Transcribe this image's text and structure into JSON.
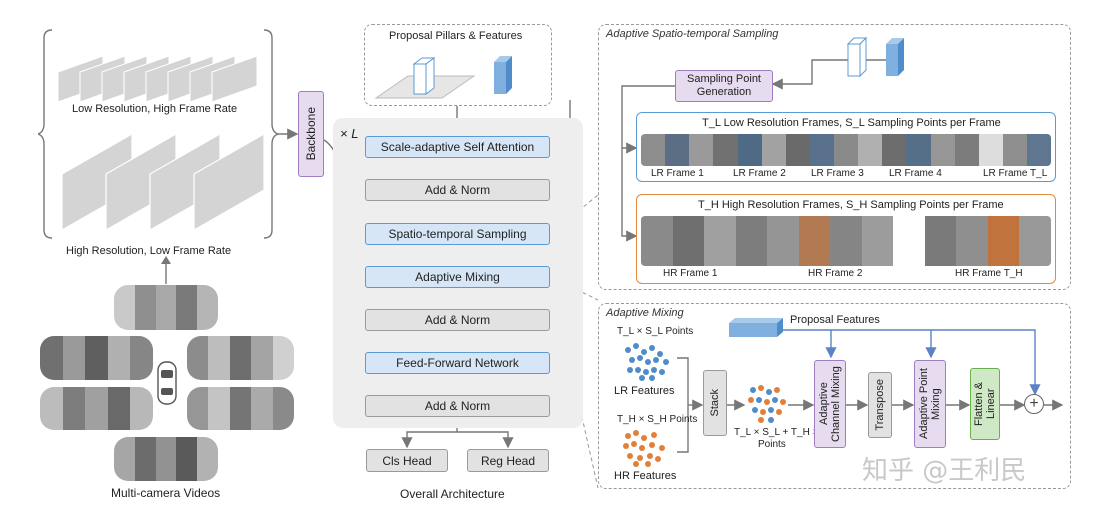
{
  "left": {
    "low_res_label": "Low Resolution, High Frame Rate",
    "high_res_label": "High Resolution, Low Frame Rate",
    "backbone": "Backbone",
    "multi_camera": "Multi-camera Videos"
  },
  "middle": {
    "proposal_title": "Proposal Pillars & Features",
    "times_l": "× L",
    "blocks": [
      "Scale-adaptive Self Attention",
      "Add & Norm",
      "Spatio-temporal Sampling",
      "Adaptive Mixing",
      "Add & Norm",
      "Feed-Forward Network",
      "Add & Norm"
    ],
    "cls_head": "Cls Head",
    "reg_head": "Reg Head",
    "caption": "Overall Architecture"
  },
  "sampling": {
    "title": "Adaptive Spatio-temporal Sampling",
    "gen_line1": "Sampling Point",
    "gen_line2": "Generation",
    "lr_title": "T_L Low Resolution Frames,  S_L Sampling Points per Frame",
    "lr_frames": [
      "LR Frame 1",
      "LR Frame 2",
      "LR Frame 3",
      "LR Frame 4",
      "LR Frame T_L"
    ],
    "hr_title": "T_H High Resolution Frames,  S_H Sampling Points per Frame",
    "hr_frames": [
      "HR Frame 1",
      "HR Frame 2",
      "HR Frame T_H"
    ]
  },
  "mixing": {
    "title": "Adaptive Mixing",
    "proposal_features": "Proposal Features",
    "lr_points": "T_L × S_L Points",
    "lr_features": "LR Features",
    "hr_points": "T_H × S_H Points",
    "hr_features": "HR Features",
    "stack": "Stack",
    "combined_line1": "T_L × S_L + T_H × S_H",
    "combined_line2": "Points",
    "channel_mixing": "Adaptive Channel Mixing",
    "transpose": "Transpose",
    "point_mixing": "Adaptive Point Mixing",
    "flatten": "Flatten & Linear",
    "plus": "+"
  },
  "watermark": "知乎 @王利民",
  "colors": {
    "blue_block": "#d6e6f6",
    "blue_border": "#5b9bd5",
    "gray_block": "#e2e2e2",
    "purple_block": "#e6dbef",
    "green_block": "#cfe8c5",
    "lr_frame_border": "#5b9bd5",
    "hr_frame_border": "#e28a3c"
  }
}
